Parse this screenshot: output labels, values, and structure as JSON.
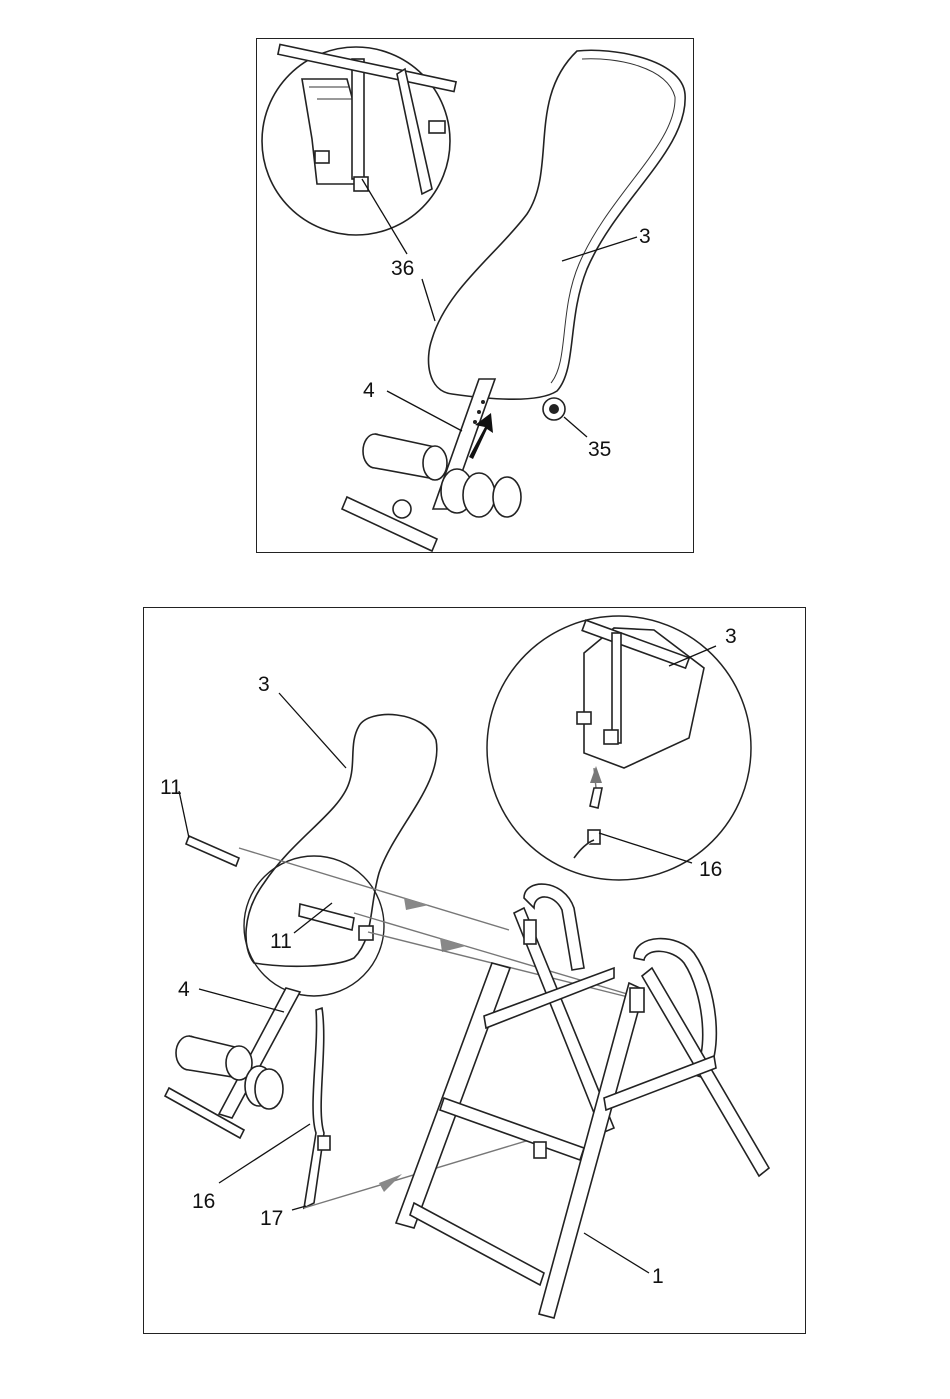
{
  "top_figure": {
    "callouts": [
      {
        "id": "pad",
        "label": "3"
      },
      {
        "id": "tube",
        "label": "4"
      },
      {
        "id": "pin",
        "label": "36"
      },
      {
        "id": "knob",
        "label": "35"
      }
    ]
  },
  "bottom_figure": {
    "callouts": [
      {
        "id": "pad",
        "label": "3"
      },
      {
        "id": "pad-detail",
        "label": "3"
      },
      {
        "id": "pin-upper",
        "label": "11"
      },
      {
        "id": "pin-lower",
        "label": "11"
      },
      {
        "id": "tube",
        "label": "4"
      },
      {
        "id": "strap",
        "label": "16"
      },
      {
        "id": "strap-detail",
        "label": "16"
      },
      {
        "id": "hook",
        "label": "17"
      },
      {
        "id": "frame",
        "label": "1"
      }
    ]
  }
}
